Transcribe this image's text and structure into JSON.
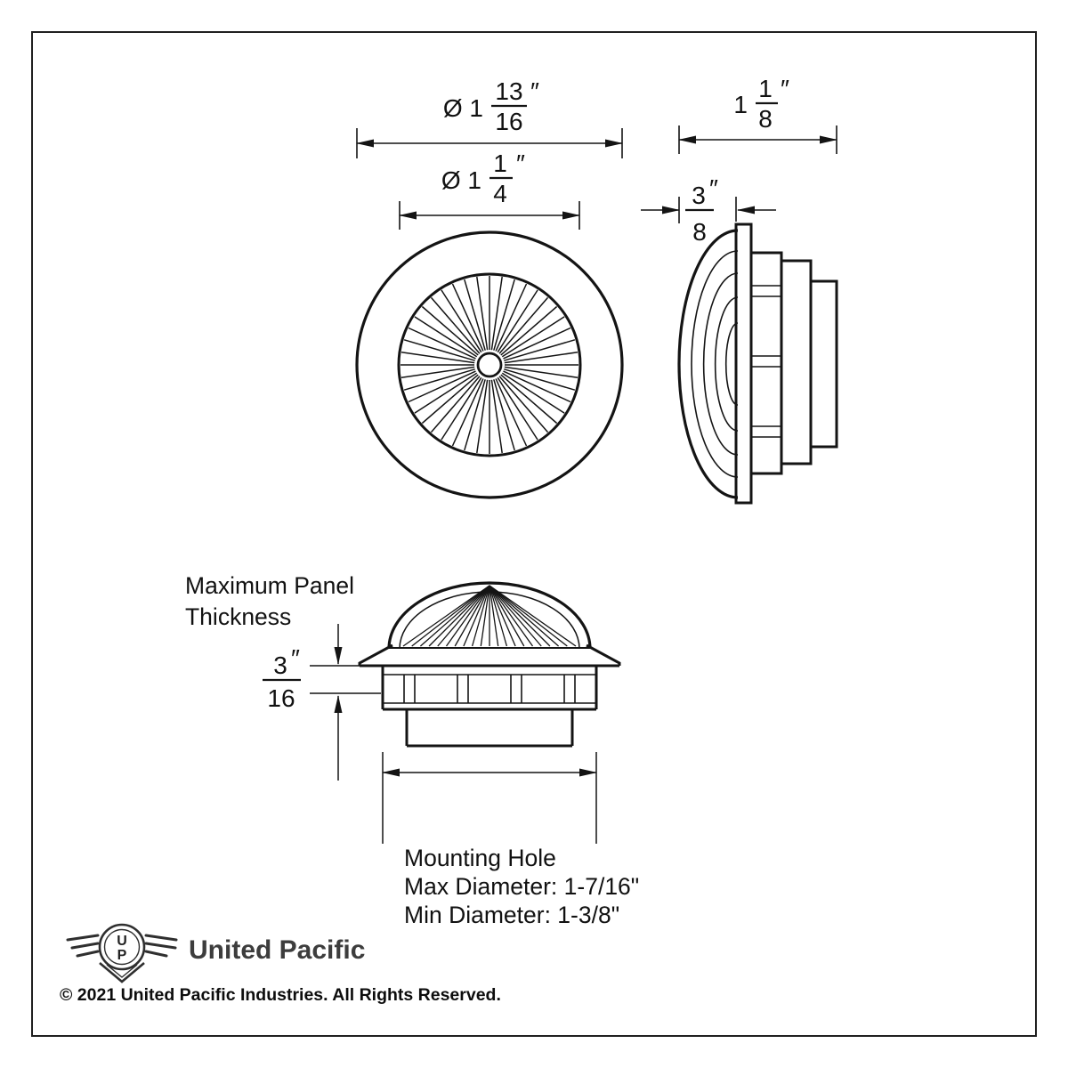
{
  "dims": {
    "front_outer": {
      "lead": "Ø 1",
      "num": "13",
      "den": "16",
      "unit": "″"
    },
    "front_inner": {
      "lead": "Ø 1",
      "num": "1",
      "den": "4",
      "unit": "″"
    },
    "side_overall": {
      "lead": "1",
      "num": "1",
      "den": "8",
      "unit": "″"
    },
    "side_dome": {
      "num": "3",
      "den": "8",
      "unit": "″"
    },
    "panel_thickness": {
      "num": "3",
      "den": "16",
      "unit": "″"
    }
  },
  "labels": {
    "panel_line1": "Maximum Panel",
    "panel_line2": "Thickness",
    "mount_line1": "Mounting Hole",
    "mount_line2": "Max Diameter: 1-7/16\"",
    "mount_line3": "Min Diameter:  1-3/8\""
  },
  "footer": {
    "brand": "United Pacific",
    "logo_monogram_top": "U",
    "logo_monogram_bottom": "P",
    "copyright": "© 2021 United Pacific Industries. All Rights Reserved."
  },
  "colors": {
    "line": "#141414",
    "background": "#ffffff",
    "brand_text": "#3d3d3d"
  }
}
